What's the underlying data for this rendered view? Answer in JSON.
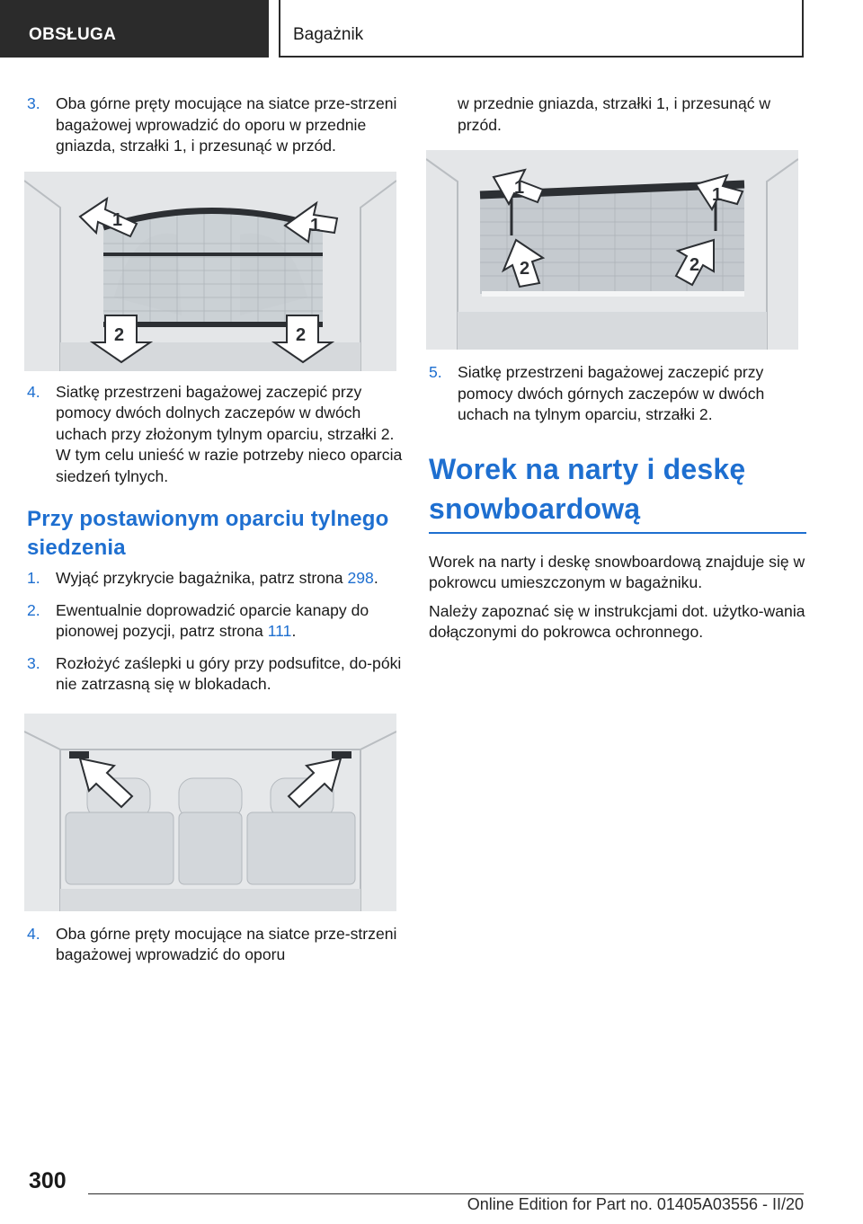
{
  "header": {
    "section": "OBSŁUGA",
    "chapter": "Bagażnik"
  },
  "left": {
    "step3_top": {
      "num": "3.",
      "text": "Oba górne pręty mocujące na siatce prze-strzeni bagażowej wprowadzić do oporu w przednie gniazda, strzałki 1, i przesunąć w przód."
    },
    "figure1": {
      "arrow_labels": [
        "1",
        "1",
        "2",
        "2"
      ]
    },
    "step4_top": {
      "num": "4.",
      "text": "Siatkę przestrzeni bagażowej zaczepić przy pomocy dwóch dolnych zaczepów w dwóch uchach przy złożonym tylnym oparciu, strzałki 2. W tym celu unieść w razie potrzeby nieco oparcia siedzeń tylnych."
    },
    "subheading": "Przy postawionym oparciu tylnego siedzenia",
    "step1": {
      "num": "1.",
      "text": "Wyjąć przykrycie bagażnika, patrz strona ",
      "link": "298",
      "after": "."
    },
    "step2": {
      "num": "2.",
      "text": "Ewentualnie doprowadzić oparcie kanapy do pionowej pozycji, patrz strona ",
      "link": "111",
      "after": "."
    },
    "step3": {
      "num": "3.",
      "text": "Rozłożyć zaślepki u góry przy podsufitce, do-póki nie zatrzasną się w blokadach."
    },
    "step4": {
      "num": "4.",
      "text": "Oba górne pręty mocujące na siatce prze-strzeni bagażowej wprowadzić do oporu"
    }
  },
  "right": {
    "continuation": "w przednie gniazda, strzałki 1, i przesunąć w przód.",
    "figure3": {
      "arrow_labels": [
        "1",
        "1",
        "2",
        "2"
      ]
    },
    "step5": {
      "num": "5.",
      "text": "Siatkę przestrzeni bagażowej zaczepić przy pomocy dwóch górnych zaczepów w dwóch uchach na tylnym oparciu, strzałki 2."
    },
    "section_title": "Worek na narty i deskę snowboardową",
    "para1": "Worek na narty i deskę snowboardową znajduje się w pokrowcu umieszczonym w bagażniku.",
    "para2": "Należy zapoznać się w instrukcjami dot. użytko-wania dołączonymi do pokrowca ochronnego."
  },
  "footer": {
    "page_number": "300",
    "edition": "Online Edition for Part no. 01405A03556 - II/20"
  }
}
